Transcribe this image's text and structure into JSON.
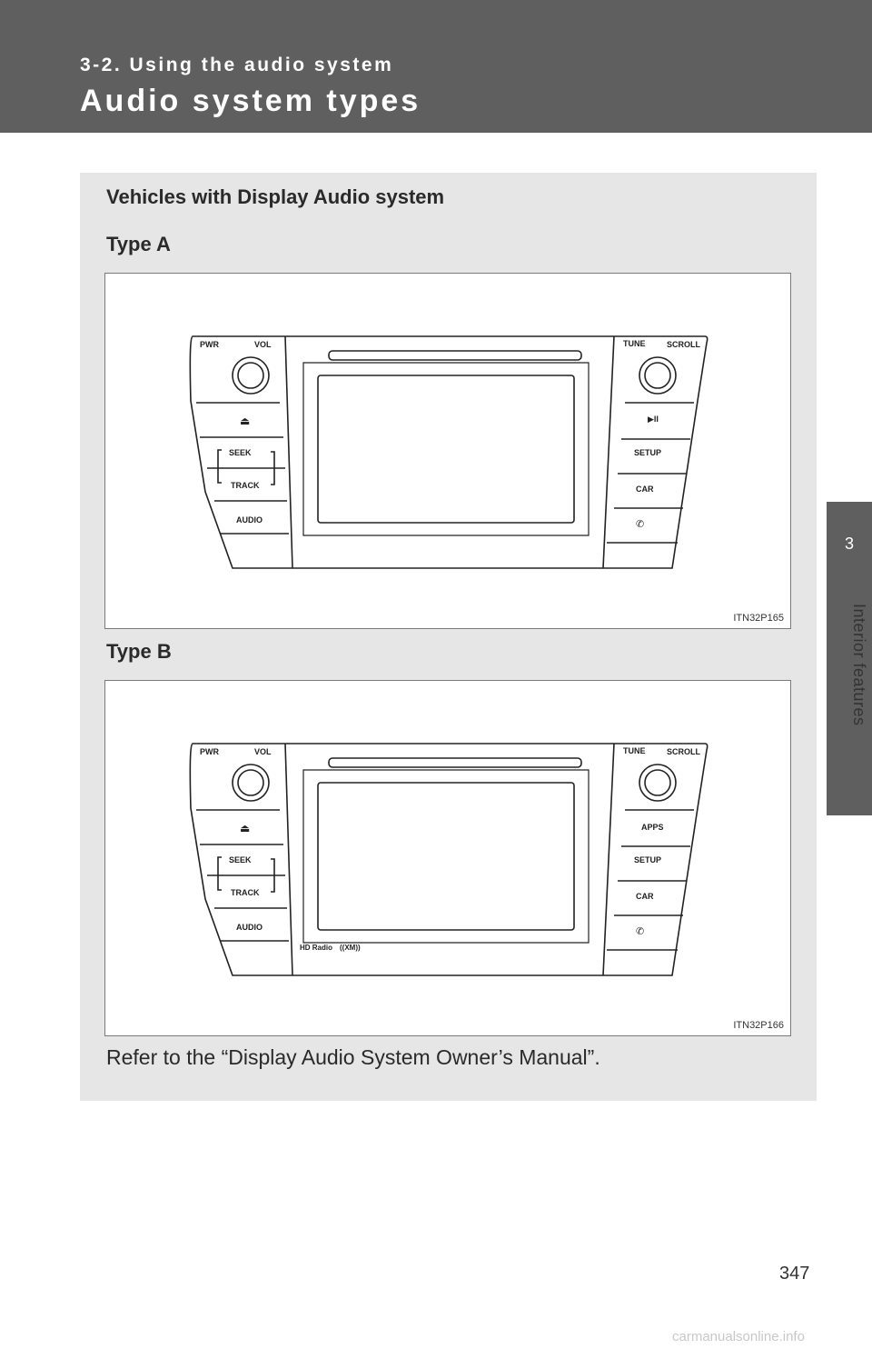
{
  "header": {
    "section": "3-2. Using the audio system",
    "title": "Audio system types"
  },
  "side_tab": {
    "number": "3",
    "label": "Interior features"
  },
  "content": {
    "heading": "Vehicles with Display Audio system",
    "type_a": {
      "label": "Type A",
      "figure_code": "ITN32P165",
      "unit_labels": {
        "pwr": "PWR",
        "vol": "VOL",
        "tune": "TUNE",
        "scroll": "SCROLL",
        "seek": "SEEK",
        "track": "TRACK",
        "audio": "AUDIO",
        "right_top": "▶II",
        "setup": "SETUP",
        "car": "CAR"
      }
    },
    "type_b": {
      "label": "Type B",
      "figure_code": "ITN32P166",
      "unit_labels": {
        "pwr": "PWR",
        "vol": "VOL",
        "tune": "TUNE",
        "scroll": "SCROLL",
        "seek": "SEEK",
        "track": "TRACK",
        "audio": "AUDIO",
        "right_top": "APPS",
        "setup": "SETUP",
        "car": "CAR",
        "hd_radio": "HD Radio",
        "xm": "((XM))"
      }
    },
    "note": "Refer to the “Display Audio System Owner’s Manual”."
  },
  "footer": {
    "page_number": "347",
    "watermark": "carmanualsonline.info"
  }
}
